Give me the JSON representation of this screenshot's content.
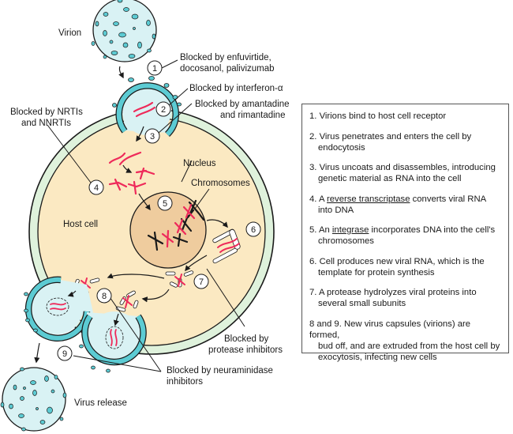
{
  "colors": {
    "virion_fill": "#d9f2f4",
    "spike_fill": "#5ccbd3",
    "capsule_teal": "#5ccbd3",
    "membrane_green": "#dff2dc",
    "cytoplasm": "#fbe9c2",
    "nucleus": "#efcc9e",
    "rna_red": "#ee2a5a",
    "dna_black": "#1a1a1a",
    "outline": "#1a1a1a"
  },
  "labels": {
    "virion": "Virion",
    "host_cell": "Host cell",
    "nucleus": "Nucleus",
    "chromosomes": "Chromosomes",
    "virus_release": "Virus release",
    "blocked_1_line1": "Blocked by enfuvirtide,",
    "blocked_1_line2": "docosanol, palivizumab",
    "blocked_2": "Blocked by interferon-α",
    "blocked_3_line1": "Blocked by amantadine",
    "blocked_3_line2": "and rimantadine",
    "blocked_4_line1": "Blocked by NRTIs",
    "blocked_4_line2": "and NNRTIs",
    "blocked_7_line1": "Blocked by",
    "blocked_7_line2": "protease inhibitors",
    "blocked_89_line1": "Blocked by neuraminidase",
    "blocked_89_line2": "inhibitors"
  },
  "step_markers": [
    "1",
    "2",
    "3",
    "4",
    "5",
    "6",
    "7",
    "8",
    "9"
  ],
  "steps": [
    {
      "prefix": "1. ",
      "text": "Virions bind to host cell receptor",
      "cont": ""
    },
    {
      "prefix": "2. ",
      "text": "Virus penetrates and enters the cell by",
      "cont": "endocytosis"
    },
    {
      "prefix": "3. ",
      "text": "Virus uncoats and disassembles, introducing",
      "cont": "genetic material as RNA into the cell"
    },
    {
      "prefix": "4. ",
      "pre": "A ",
      "term": "reverse transcriptase",
      "text": " converts viral RNA",
      "cont": "into DNA"
    },
    {
      "prefix": "5. ",
      "pre": "An ",
      "term": "integrase",
      "text": " incorporates DNA into the cell's",
      "cont": "chromosomes"
    },
    {
      "prefix": "6. ",
      "text": "Cell produces new viral RNA, which is the",
      "cont": "template for protein synthesis"
    },
    {
      "prefix": "7. ",
      "text": "A protease hydrolyzes viral proteins into",
      "cont": "several small subunits"
    },
    {
      "prefix": "8 and 9. ",
      "text": "New virus capsules (virions) are formed,",
      "cont": "bud off, and are extruded from the host cell by",
      "cont2": "exocytosis, infecting new cells"
    }
  ]
}
